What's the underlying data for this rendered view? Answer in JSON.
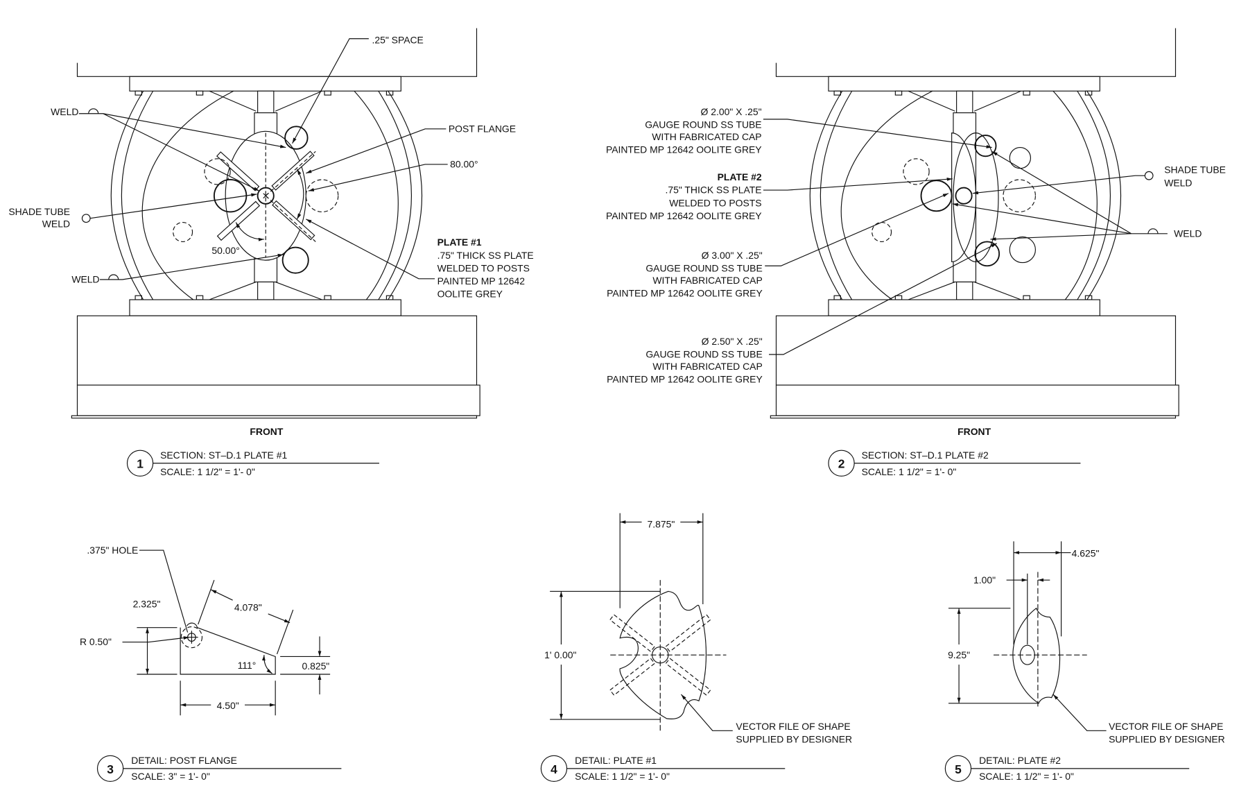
{
  "section1": {
    "space_label": ".25\" SPACE",
    "weld_top": "WELD",
    "post_flange": "POST FLANGE",
    "angle_80": "80.00°",
    "shade_tube": [
      "SHADE TUBE",
      "WELD"
    ],
    "angle_50": "50.00°",
    "weld_bottom": "WELD",
    "plate_title": "PLATE #1",
    "plate_lines": [
      ".75\" THICK SS PLATE",
      "WELDED TO POSTS",
      "PAINTED MP 12642",
      "OOLITE GREY"
    ],
    "view": "FRONT",
    "number": "1",
    "title": "SECTION: ST–D.1  PLATE #1",
    "scale": "SCALE: 1 1/2\" = 1'- 0\""
  },
  "section2": {
    "tube_200": [
      "Ø 2.00\" X .25\"",
      "GAUGE ROUND SS TUBE",
      "WITH FABRICATED CAP",
      "PAINTED MP 12642 OOLITE GREY"
    ],
    "plate_title": "PLATE #2",
    "plate_lines": [
      ".75\" THICK SS PLATE",
      "WELDED TO POSTS",
      "PAINTED MP 12642 OOLITE GREY"
    ],
    "tube_300": [
      "Ø 3.00\" X .25\"",
      "GAUGE ROUND SS TUBE",
      "WITH FABRICATED CAP",
      "PAINTED MP 12642 OOLITE GREY"
    ],
    "tube_250": [
      "Ø 2.50\" X .25\"",
      "GAUGE ROUND SS TUBE",
      "WITH FABRICATED CAP",
      "PAINTED MP 12642 OOLITE GREY"
    ],
    "shade_tube": [
      "SHADE TUBE",
      "WELD"
    ],
    "weld": "WELD",
    "view": "FRONT",
    "number": "2",
    "title": "SECTION: ST–D.1  PLATE #2",
    "scale": "SCALE: 1 1/2\" = 1'- 0\""
  },
  "detail3": {
    "hole": ".375\" HOLE",
    "dim_height": "2.325\"",
    "dim_slope": "4.078\"",
    "radius": "R 0.50\"",
    "angle": "111°",
    "dim_right": "0.825\"",
    "dim_width": "4.50\"",
    "number": "3",
    "title": "DETAIL: POST FLANGE",
    "scale": "SCALE: 3\" = 1'- 0\""
  },
  "detail4": {
    "dim_width": "7.875\"",
    "dim_height": "1' 0.00\"",
    "note": [
      "VECTOR FILE OF SHAPE",
      "SUPPLIED BY DESIGNER"
    ],
    "number": "4",
    "title": "DETAIL: PLATE #1",
    "scale": "SCALE: 1 1/2\" = 1'- 0\""
  },
  "detail5": {
    "dim_width": "4.625\"",
    "dim_offset": "1.00\"",
    "dim_height": "9.25\"",
    "note": [
      "VECTOR FILE OF SHAPE",
      "SUPPLIED BY DESIGNER"
    ],
    "number": "5",
    "title": "DETAIL: PLATE #2",
    "scale": "SCALE: 1 1/2\" = 1'- 0\""
  }
}
